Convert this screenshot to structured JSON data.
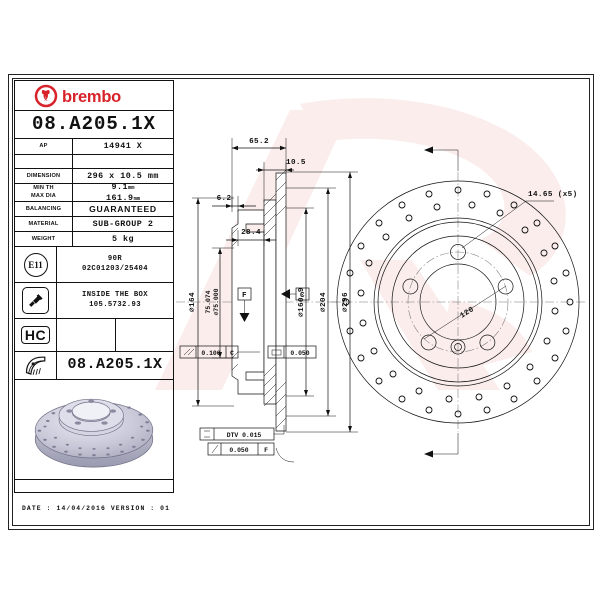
{
  "document": {
    "brand": "brembo",
    "part_number": "08.A205.1X",
    "part_number_repeat": "08.A205.1X",
    "date_line": "DATE : 14/04/2016 VERSION : 01"
  },
  "title_block": {
    "rows": [
      {
        "label": "AP",
        "value": "14941 X"
      },
      {
        "label": "",
        "value": ""
      },
      {
        "label": "DIMENSION",
        "value": "296 x 10.5 mm"
      },
      {
        "label": "MIN TH\nMAX DIA",
        "value": "9.1 mm\n161.9 mm"
      },
      {
        "label": "BALANCING",
        "value": "GUARANTEED"
      },
      {
        "label": "MATERIAL",
        "value": "SUB-GROUP 2"
      },
      {
        "label": "WEIGHT",
        "value": "5 kg"
      }
    ],
    "ap_label": "AP",
    "ap_value": "14941 X",
    "dimension_label": "DIMENSION",
    "dimension_value": "296 x 10.5 mm",
    "minth_label_line1": "MIN TH",
    "minth_label_line2": "MAX DIA",
    "minth_value": "9.1",
    "minth_unit": "mm",
    "maxdia_value": "161.9",
    "maxdia_unit": "mm",
    "balancing_label": "BALANCING",
    "balancing_value": "GUARANTEED",
    "material_label": "MATERIAL",
    "material_value": "SUB-GROUP 2",
    "weight_label": "WEIGHT",
    "weight_value": "5 kg",
    "e11_icon_text": "E11",
    "homologation_line1": "90R",
    "homologation_line2": "02C01203/25404",
    "screw_icon": "screw-icon",
    "accessory_line1": "INSIDE THE BOX",
    "accessory_line2": "105.5732.93",
    "hc_icon_text": "HC",
    "pad_icon": "brake-pad-icon",
    "pad_value": "08.A205.1X",
    "product_photo": "brake-disc-photo"
  },
  "drawing": {
    "section_view": {
      "overall_width": "65.2",
      "hat_thickness": "10.5",
      "flange_thickness": "6.2",
      "hat_depth": "28.4",
      "pilot_dia_upper": "75.074",
      "pilot_dia_lower": "75.000",
      "hat_outer_dia": "164",
      "inner_dia": "160.9",
      "friction_inner_dia": "204",
      "outer_dia": "296"
    },
    "datums": [
      "F",
      "C"
    ],
    "tolerances": [
      {
        "symbol": "parallelism",
        "value": "0.100",
        "datum": "C"
      },
      {
        "symbol": "flatness",
        "value": "0.050",
        "datum": ""
      },
      {
        "symbol": "dtv",
        "value": "DTV 0.015",
        "datum": ""
      },
      {
        "symbol": "runout",
        "value": "0.050",
        "datum": "F"
      }
    ],
    "tol_para": "0.100",
    "tol_para_datum": "C",
    "tol_flat": "0.050",
    "tol_dtv": "DTV 0.015",
    "tol_runout": "0.050",
    "tol_runout_datum": "F",
    "face_view": {
      "bolt_hole_dia": "14.65 (x5)",
      "bolt_circle": "120"
    }
  },
  "colors": {
    "brand_red": "#d8232a",
    "line": "#111111",
    "watermark": "#f3cfcc"
  }
}
